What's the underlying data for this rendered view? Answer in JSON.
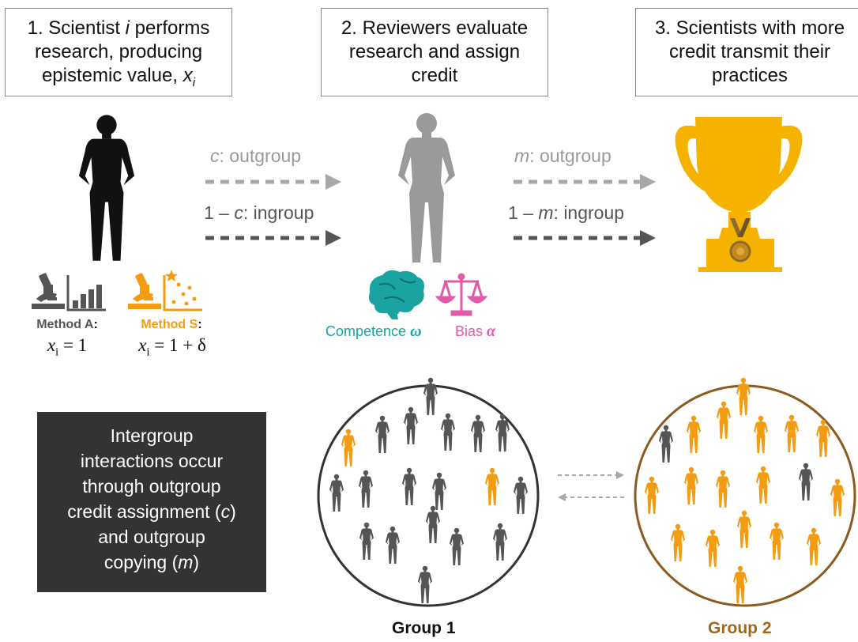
{
  "steps": {
    "step1": {
      "line1_a": "1. Scientist ",
      "line1_i": "i",
      "line1_b": " performs",
      "line2": "research, producing",
      "line3_a": "epistemic value, ",
      "line3_x": "x",
      "line3_sub": "i"
    },
    "step2": {
      "line1": "2. Reviewers evaluate",
      "line2": "research and assign",
      "line3": "credit"
    },
    "step3": {
      "line1": "3. Scientists with more",
      "line2": "credit transmit their",
      "line3": "practices"
    }
  },
  "arrows": {
    "c_out": {
      "var": "c",
      "text": ": outgroup"
    },
    "c_in": {
      "prefix": "1 – ",
      "var": "c",
      "text": ": ingroup"
    },
    "m_out": {
      "var": "m",
      "text": ": outgroup"
    },
    "m_in": {
      "prefix": "1 – ",
      "var": "m",
      "text": ": ingroup"
    }
  },
  "methods": {
    "a": {
      "name": "Method A",
      "suffix": ":",
      "eq_x": "x",
      "eq_sub": "i",
      "eq_rhs": " = 1",
      "color": "#555555"
    },
    "s": {
      "name": "Method S",
      "suffix": ":",
      "eq_x": "x",
      "eq_sub": "i",
      "eq_rhs": " = 1 + δ",
      "color": "#f39c12"
    }
  },
  "reviewer": {
    "competence": {
      "label": "Competence ",
      "symbol": "ω",
      "color": "#1aa3a0"
    },
    "bias": {
      "label": "Bias ",
      "symbol": "α",
      "color": "#e05aa8"
    }
  },
  "note": {
    "lines": [
      "Intergroup",
      "interactions occur",
      "through outgroup"
    ],
    "line4_a": "credit assignment (",
    "line4_var": "c",
    "line4_b": ")",
    "line5": "and outgroup",
    "line6_a": "copying (",
    "line6_var": "m",
    "line6_b": ")"
  },
  "groups": {
    "g1": {
      "label": "Group 1",
      "border": "#333333",
      "label_color": "#111111"
    },
    "g2": {
      "label": "Group 2",
      "border": "#8a5a1e",
      "label_color": "#a0671e"
    }
  },
  "colors": {
    "scientist": "#111111",
    "reviewer": "#9a9a9a",
    "gold": "#f5b300",
    "member_gray": "#555555",
    "member_orange": "#f39c12",
    "arrow_light": "#a8a8a8",
    "arrow_dark": "#555555"
  },
  "icons": [
    "scientist-silhouette-icon",
    "reviewer-silhouette-icon",
    "trophy-icon",
    "medal-icon",
    "microscope-icon",
    "bar-chart-icon",
    "scatter-plot-icon",
    "star-icon",
    "brain-icon",
    "scales-icon"
  ]
}
